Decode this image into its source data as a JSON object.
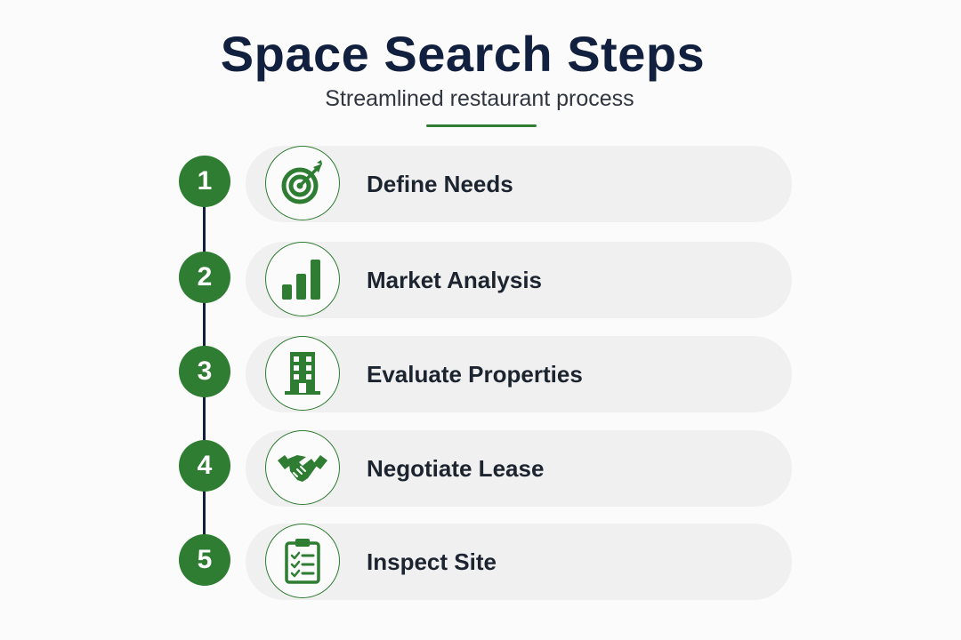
{
  "header": {
    "title": "Space Search Steps",
    "subtitle": "Streamlined restaurant process"
  },
  "colors": {
    "accent": "#2e7d32",
    "title": "#12203f",
    "card": "#f0f0f0"
  },
  "steps": [
    {
      "number": "1",
      "label": "Define Needs",
      "icon": "target-icon"
    },
    {
      "number": "2",
      "label": "Market Analysis",
      "icon": "bar-chart-icon"
    },
    {
      "number": "3",
      "label": "Evaluate Properties",
      "icon": "building-icon"
    },
    {
      "number": "4",
      "label": "Negotiate Lease",
      "icon": "handshake-icon"
    },
    {
      "number": "5",
      "label": "Inspect Site",
      "icon": "checklist-icon"
    }
  ]
}
